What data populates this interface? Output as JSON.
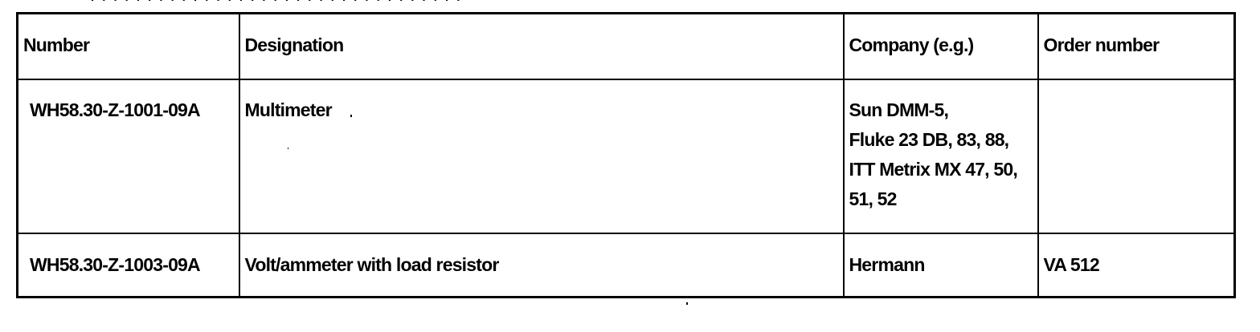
{
  "table": {
    "headers": {
      "number": "Number",
      "designation": "Designation",
      "company": "Company (e.g.)",
      "order_number": "Order number"
    },
    "rows": [
      {
        "number": "WH58.30-Z-1001-09A",
        "designation": "Multimeter",
        "company_lines": [
          "Sun DMM-5,",
          "Fluke 23 DB, 83, 88,",
          "ITT Metrix MX 47, 50,",
          "51, 52"
        ],
        "order_number": ""
      },
      {
        "number": "WH58.30-Z-1003-09A",
        "designation": "Volt/ammeter with load resistor",
        "company_lines": [
          "Hermann"
        ],
        "order_number": "VA 512"
      }
    ]
  }
}
